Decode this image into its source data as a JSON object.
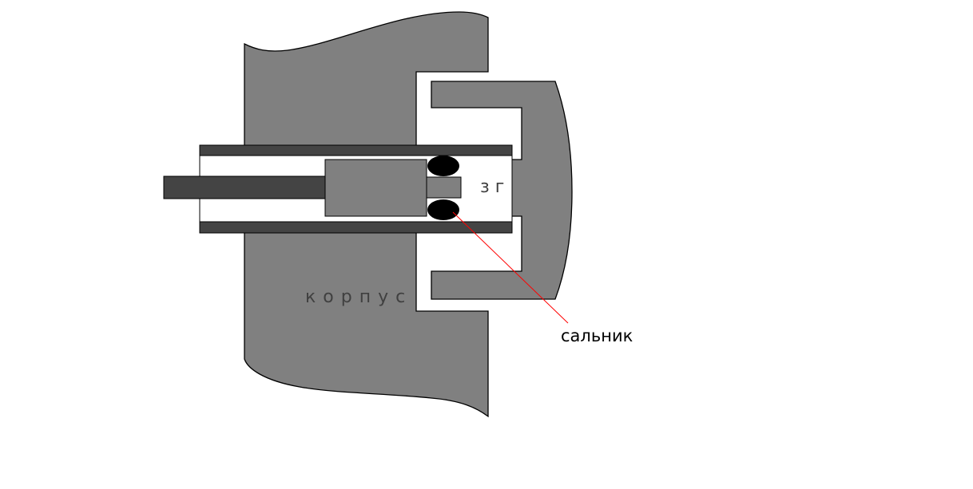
{
  "labels": {
    "body": "к о р п у с",
    "cap": "з г",
    "seal": "сальник"
  },
  "colors": {
    "body_fill": "#808080",
    "tube_fill": "#444444",
    "seal_fill": "#000000",
    "leader_line": "#ff0000",
    "outline": "#000000"
  }
}
